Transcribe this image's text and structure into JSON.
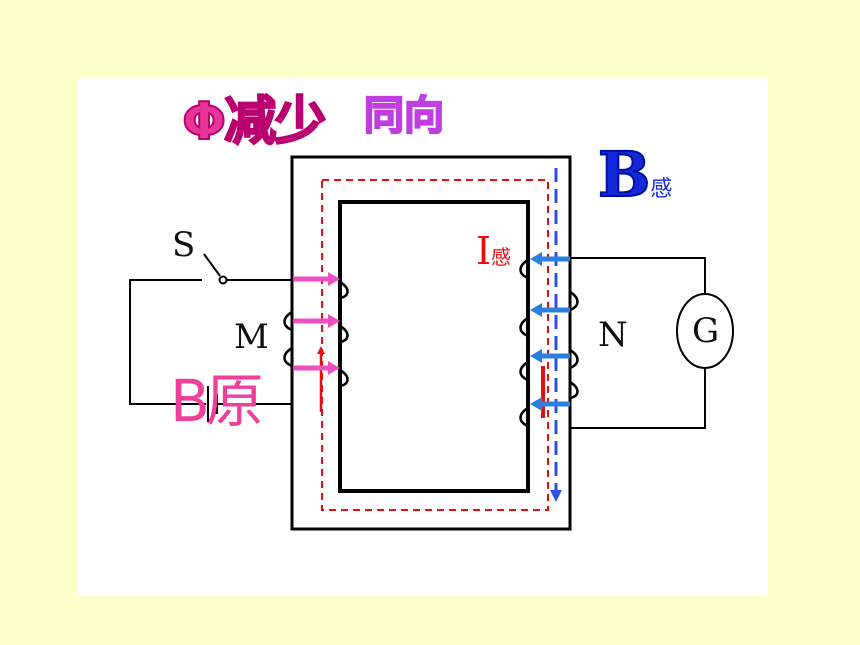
{
  "title": {
    "phi": "Φ",
    "text": "减少",
    "color": "#e8359a",
    "side_note": "同向",
    "side_note_color": "#c03de0"
  },
  "induced_field": {
    "symbol": "B",
    "subscript": "感",
    "color": "#1428d8",
    "arrow_color": "#2b50e8"
  },
  "induced_current": {
    "symbol": "I",
    "subscript": "感",
    "color": "#e60f0f"
  },
  "primary_field": {
    "label": "B原",
    "color": "#ee3f9a"
  },
  "circuit_labels": {
    "switch": "S",
    "primary_coil": "M",
    "secondary_coil": "N",
    "galvanometer": "G"
  },
  "colors": {
    "core": "#000000",
    "flux_loop": "#e60f0f",
    "primary_arrows": "#ee4fbf",
    "secondary_arrows": "#2b7fe0"
  }
}
